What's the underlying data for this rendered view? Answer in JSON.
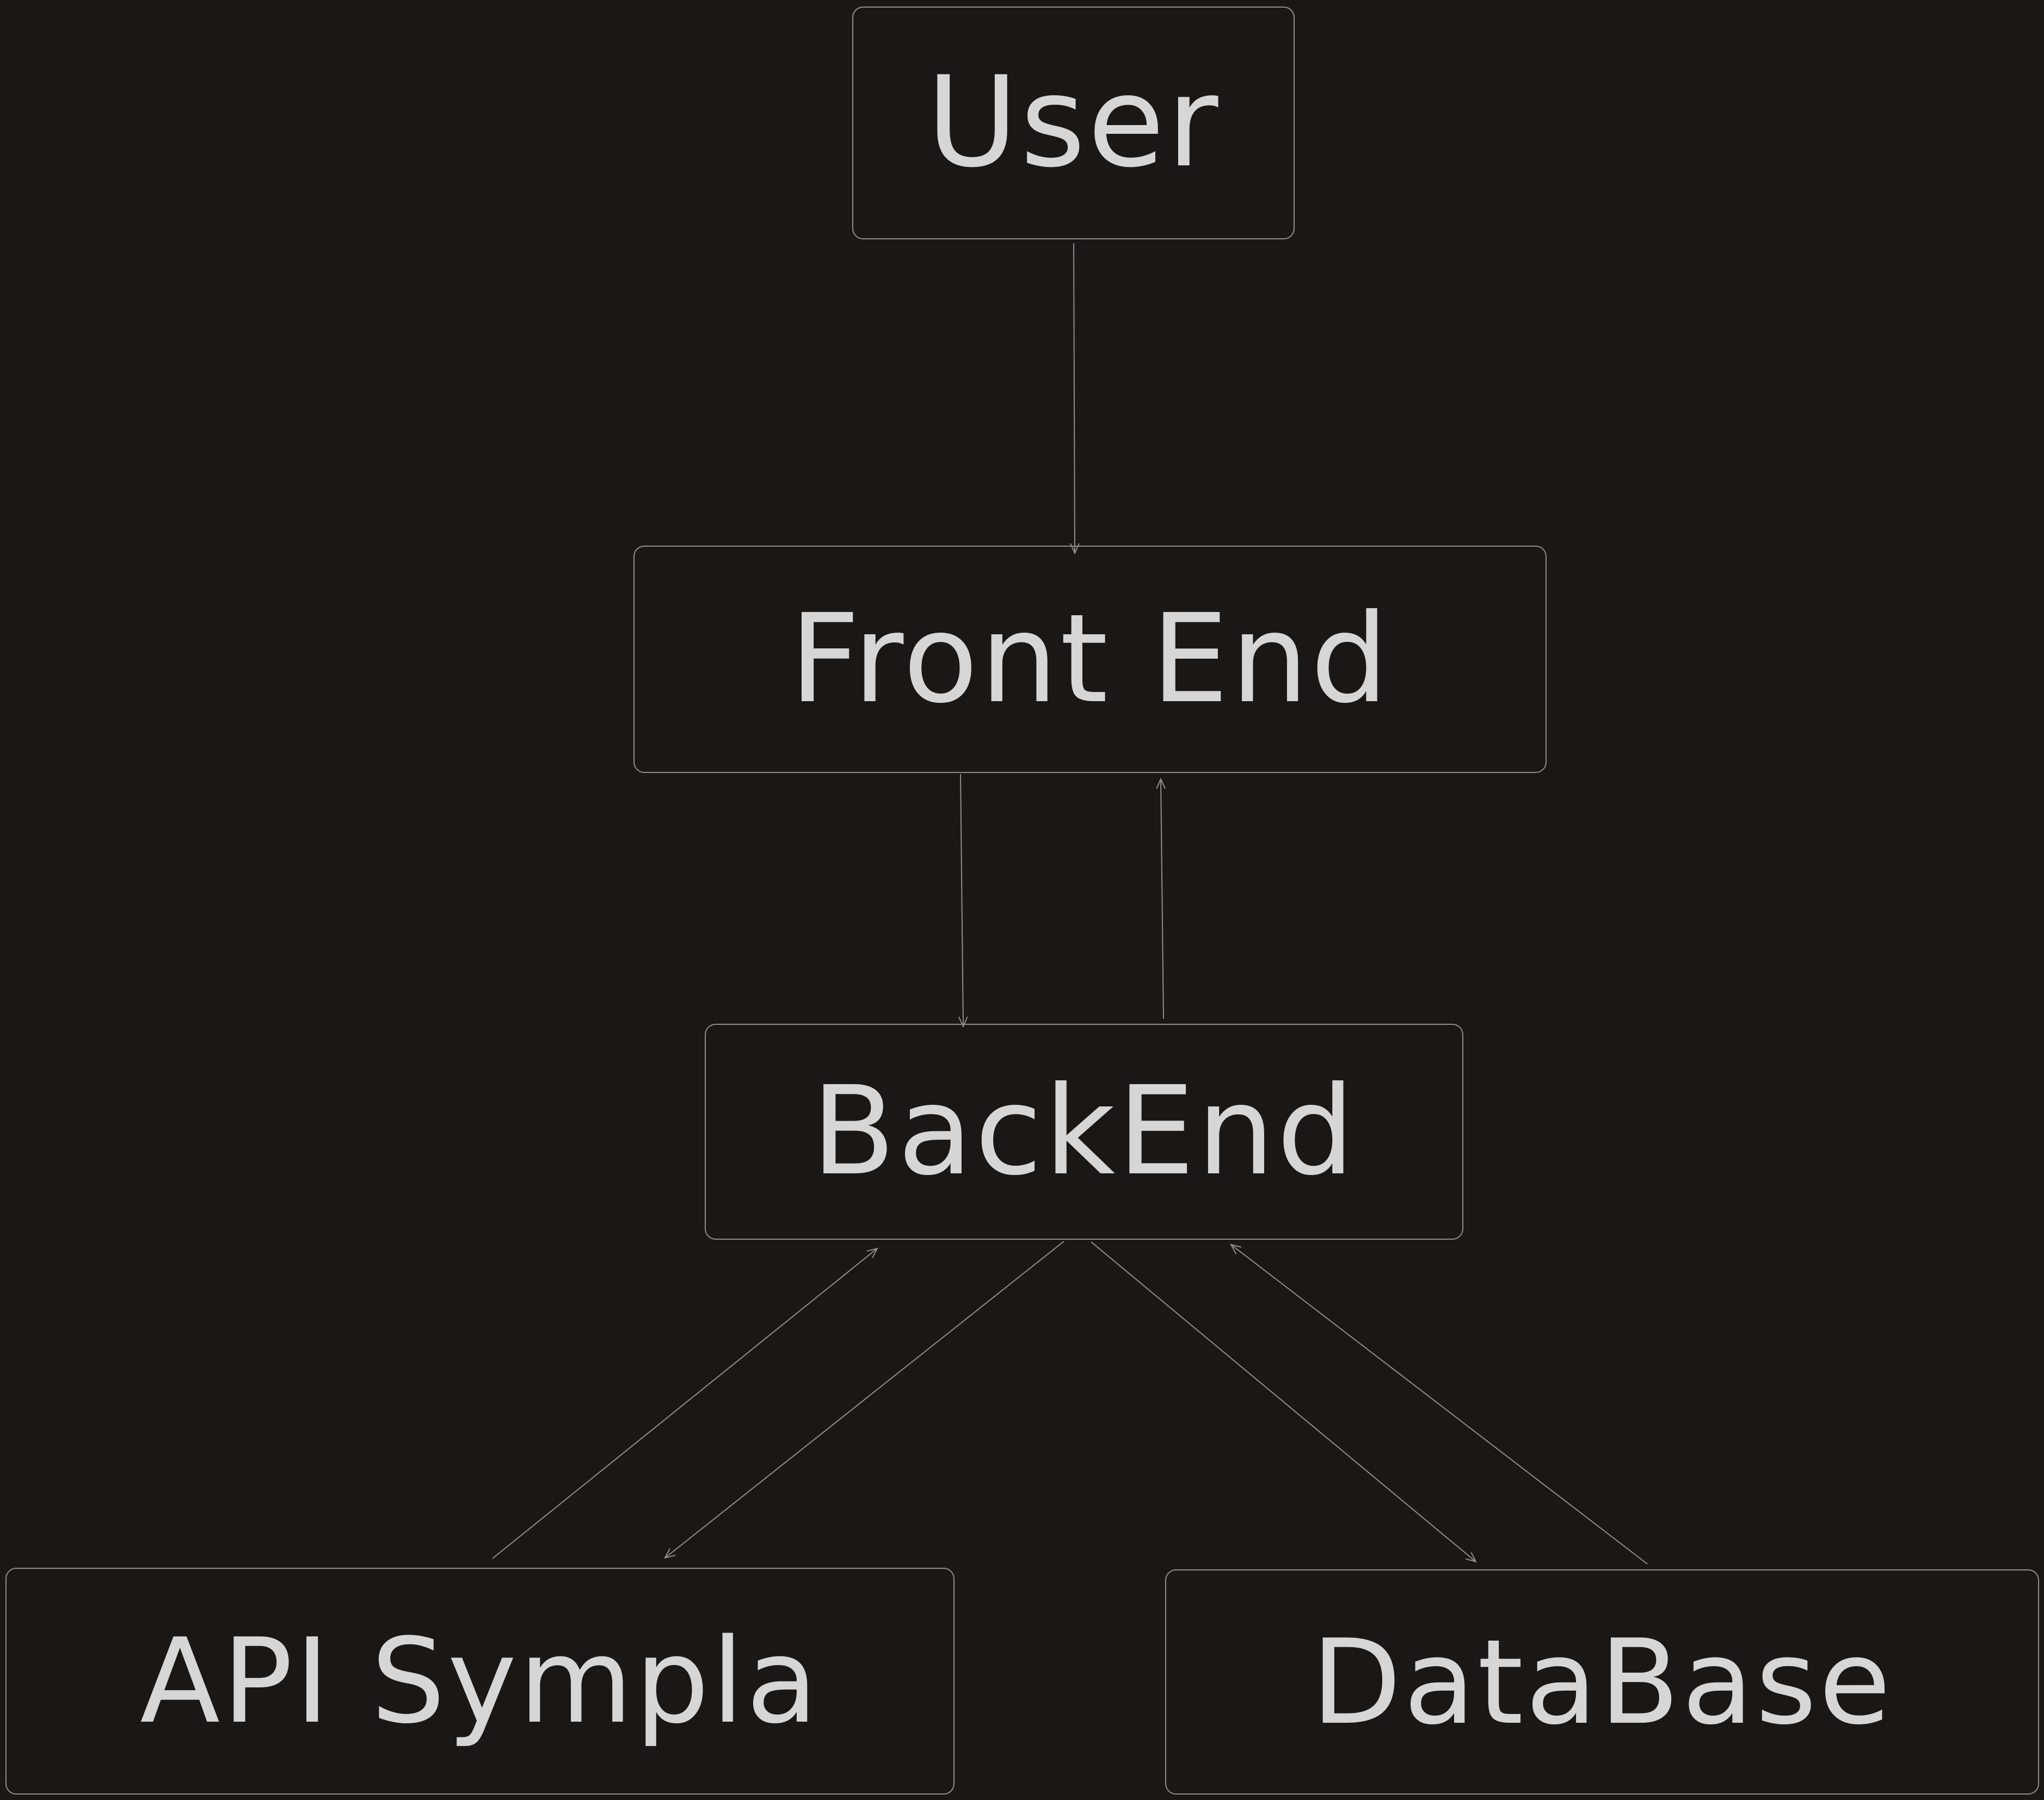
{
  "diagram": {
    "nodes": [
      {
        "id": "user",
        "label": "User"
      },
      {
        "id": "frontend",
        "label": "Front End"
      },
      {
        "id": "backend",
        "label": "BackEnd"
      },
      {
        "id": "api",
        "label": "API Sympla"
      },
      {
        "id": "database",
        "label": "DataBase"
      }
    ],
    "edges": [
      {
        "from": "user",
        "to": "frontend"
      },
      {
        "from": "frontend",
        "to": "backend"
      },
      {
        "from": "backend",
        "to": "frontend"
      },
      {
        "from": "backend",
        "to": "api"
      },
      {
        "from": "api",
        "to": "backend"
      },
      {
        "from": "backend",
        "to": "database"
      },
      {
        "from": "database",
        "to": "backend"
      }
    ],
    "colors": {
      "background": "#1a1715",
      "stroke": "#8f8c89",
      "text": "#d6d6d6"
    }
  }
}
